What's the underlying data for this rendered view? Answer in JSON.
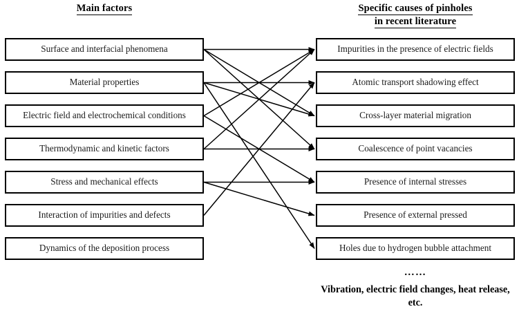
{
  "headers": {
    "left": {
      "line1": "Main factors"
    },
    "right": {
      "line1": "Specific causes of pinholes",
      "line2": "in recent literature"
    }
  },
  "left_column": {
    "items": [
      {
        "id": "L1",
        "label": "Surface and interfacial phenomena"
      },
      {
        "id": "L2",
        "label": "Material properties"
      },
      {
        "id": "L3",
        "label": "Electric field and electrochemical conditions"
      },
      {
        "id": "L4",
        "label": "Thermodynamic and kinetic factors"
      },
      {
        "id": "L5",
        "label": "Stress and mechanical effects"
      },
      {
        "id": "L6",
        "label": "Interaction of impurities and defects"
      },
      {
        "id": "L7",
        "label": "Dynamics of the deposition process"
      }
    ]
  },
  "right_column": {
    "items": [
      {
        "id": "R1",
        "label": "Impurities in the presence of electric fields"
      },
      {
        "id": "R2",
        "label": "Atomic transport shadowing effect"
      },
      {
        "id": "R3",
        "label": "Cross-layer material migration"
      },
      {
        "id": "R4",
        "label": "Coalescence of point vacancies"
      },
      {
        "id": "R5",
        "label": "Presence of internal stresses"
      },
      {
        "id": "R6",
        "label": "Presence of external pressed"
      },
      {
        "id": "R7",
        "label": "Holes due to hydrogen bubble attachment"
      }
    ]
  },
  "footer": {
    "ellipsis": "……",
    "note": "Vibration, electric field changes, heat release, etc."
  },
  "connections": [
    {
      "from": "L1",
      "to": "R1"
    },
    {
      "from": "L1",
      "to": "R3"
    },
    {
      "from": "L1",
      "to": "R4"
    },
    {
      "from": "L2",
      "to": "R2"
    },
    {
      "from": "L2",
      "to": "R3"
    },
    {
      "from": "L2",
      "to": "R7"
    },
    {
      "from": "L3",
      "to": "R1"
    },
    {
      "from": "L3",
      "to": "R5"
    },
    {
      "from": "L4",
      "to": "R1"
    },
    {
      "from": "L4",
      "to": "R4"
    },
    {
      "from": "L5",
      "to": "R5"
    },
    {
      "from": "L5",
      "to": "R6"
    },
    {
      "from": "L6",
      "to": "R2"
    }
  ],
  "style": {
    "box_border_color": "#000000",
    "line_color": "#000000",
    "background": "#ffffff"
  }
}
